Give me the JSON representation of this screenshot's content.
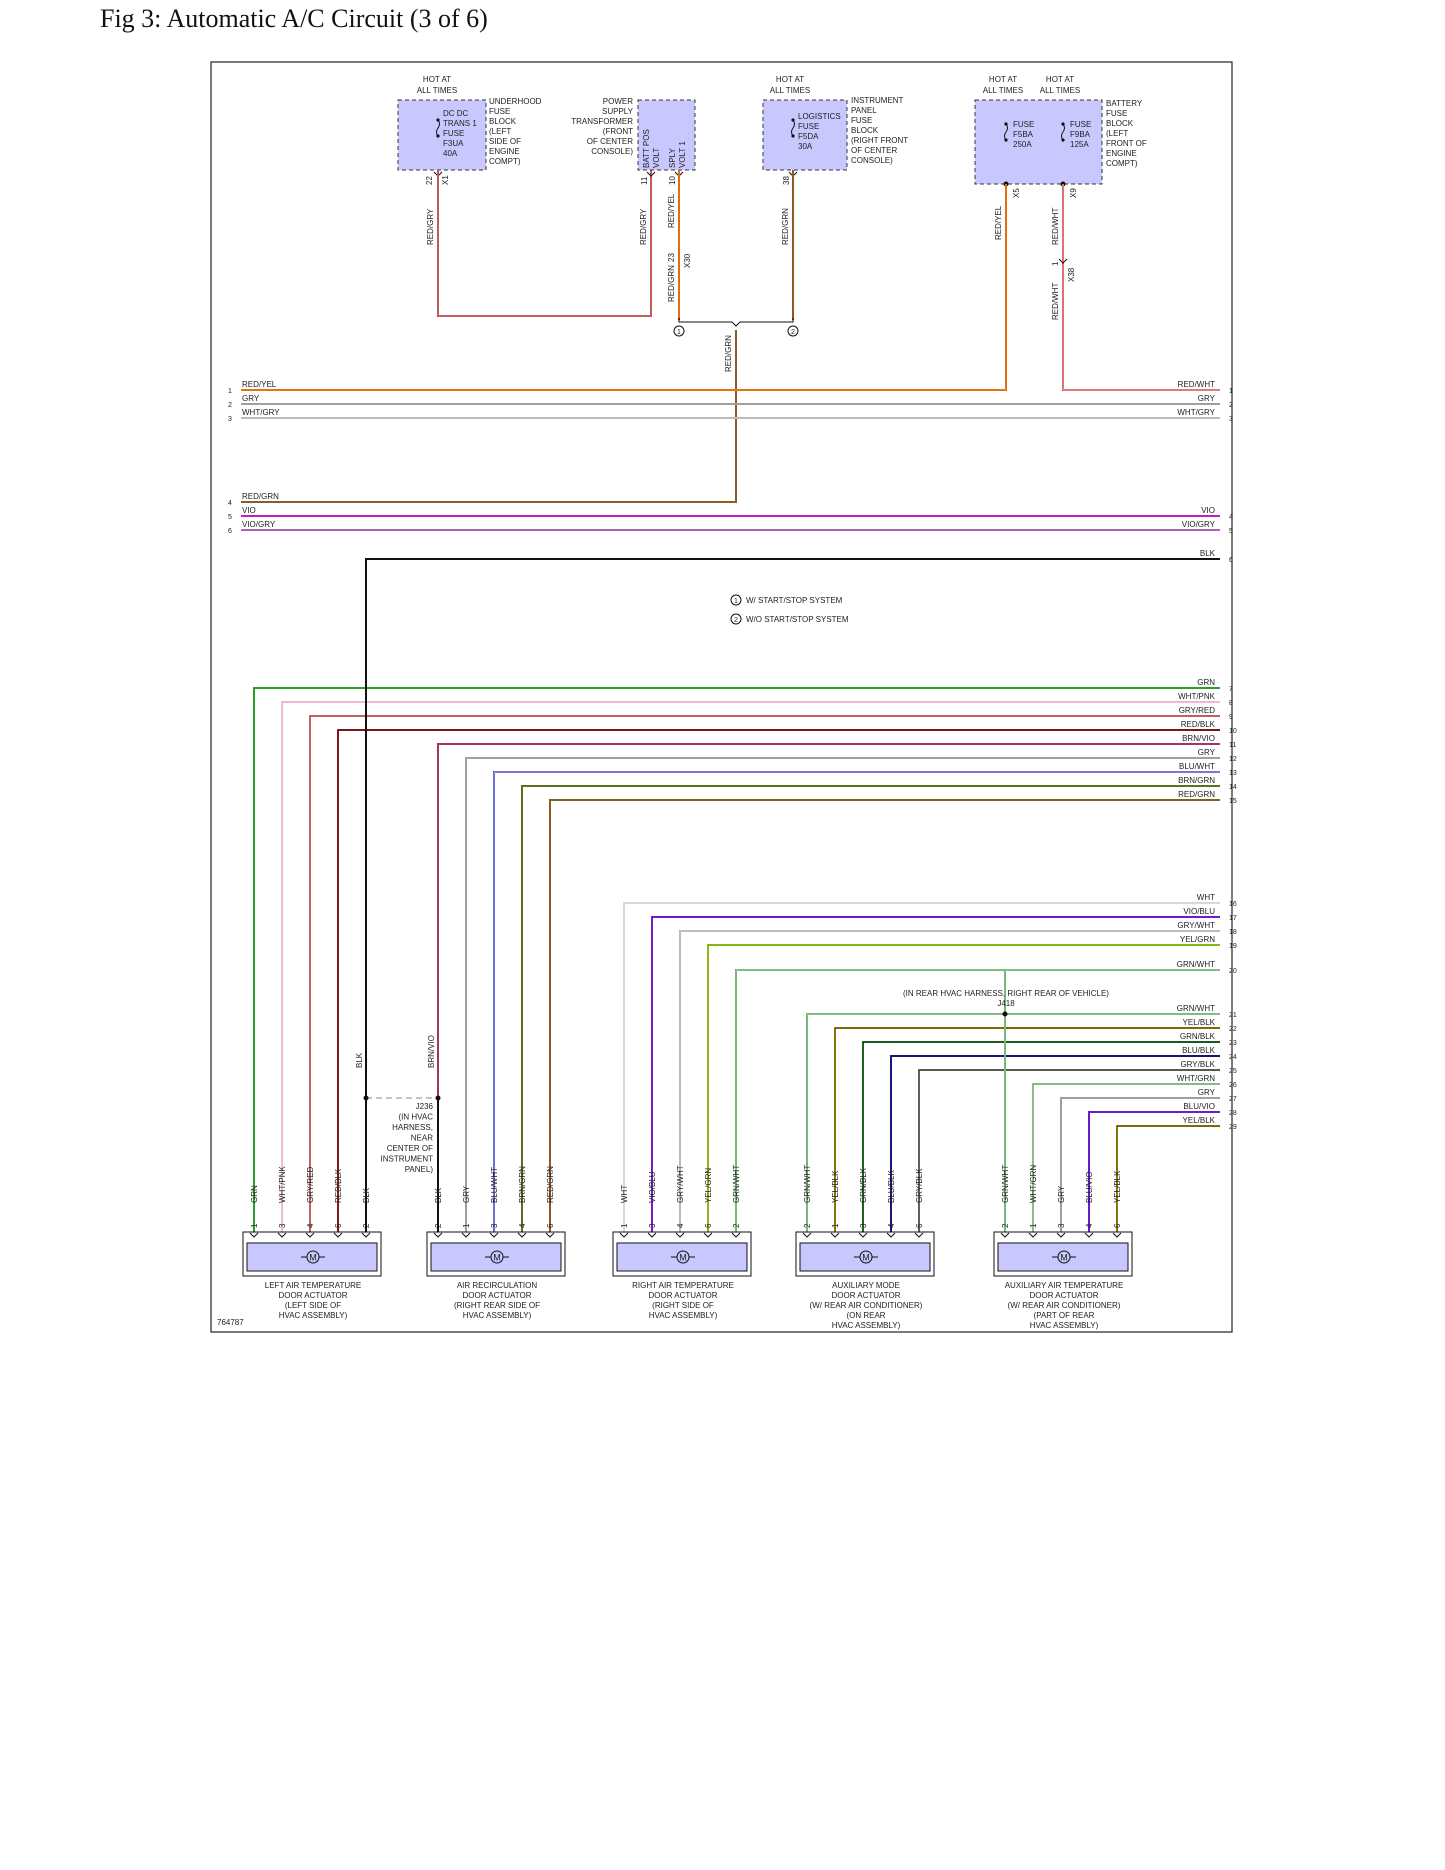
{
  "page": {
    "title": "Fig 3: Automatic A/C Circuit (3 of 6)"
  },
  "figure_id": "764787",
  "notes": {
    "n1": "W/ START/STOP SYSTEM",
    "n2": "W/O START/STOP SYSTEM"
  },
  "power_sources": {
    "underhood": {
      "hot_at": "HOT AT",
      "all_times": "ALL TIMES",
      "block_label": [
        "UNDERHOOD",
        "FUSE",
        "BLOCK",
        "(LEFT",
        "SIDE OF",
        "ENGINE",
        "COMPT)"
      ],
      "fuse_lines": [
        "DC DC",
        "TRANS 1",
        "FUSE",
        "F3UA",
        "40A"
      ],
      "pin": "22",
      "connector": "X1",
      "wire": "RED/GRY"
    },
    "power_supply": {
      "label": [
        "POWER",
        "SUPPLY",
        "TRANSFORMER",
        "(FRONT",
        "OF CENTER",
        "CONSOLE)"
      ],
      "inner_a": [
        "BATT POS",
        "VOLT"
      ],
      "inner_b": [
        "SPLY",
        "VOLT 1"
      ],
      "pin_a": "11",
      "pin_b": "10",
      "wire_a": "RED/GRY",
      "wire_b": "RED/YEL",
      "pin_c": "23",
      "connector_c": "X30",
      "wire_c": "RED/GRN",
      "circle_1": "1",
      "circle_2": "2",
      "joined_wire": "RED/GRN"
    },
    "instrument_panel": {
      "hot_at": "HOT AT",
      "all_times": "ALL TIMES",
      "block_label": [
        "INSTRUMENT",
        "PANEL",
        "FUSE",
        "BLOCK",
        "(RIGHT FRONT",
        "OF CENTER",
        "CONSOLE)"
      ],
      "fuse_lines": [
        "LOGISTICS",
        "FUSE",
        "F5DA",
        "30A"
      ],
      "pin": "38",
      "wire": "RED/GRN"
    },
    "battery": {
      "hot_at_1": "HOT AT",
      "all_times_1": "ALL TIMES",
      "hot_at_2": "HOT AT",
      "all_times_2": "ALL TIMES",
      "block_label": [
        "BATTERY",
        "FUSE",
        "BLOCK",
        "(LEFT",
        "FRONT OF",
        "ENGINE",
        "COMPT)"
      ],
      "fuse_a": [
        "FUSE",
        "F5BA",
        "250A"
      ],
      "fuse_b": [
        "FUSE",
        "F9BA",
        "125A"
      ],
      "conn_a": "X5",
      "conn_b": "X9",
      "wire_a": "RED/YEL",
      "wire_b": "RED/WHT",
      "pin_c": "1",
      "connector_c": "X38",
      "wire_c": "RED/WHT"
    }
  },
  "left_rows": [
    {
      "n": "1",
      "label": "RED/YEL"
    },
    {
      "n": "2",
      "label": "GRY"
    },
    {
      "n": "3",
      "label": "WHT/GRY"
    },
    {
      "n": "4",
      "label": "RED/GRN"
    },
    {
      "n": "5",
      "label": "VIO"
    },
    {
      "n": "6",
      "label": "VIO/GRY"
    }
  ],
  "right_rows": [
    {
      "n": "1",
      "label": "RED/WHT"
    },
    {
      "n": "2",
      "label": "GRY"
    },
    {
      "n": "3",
      "label": "WHT/GRY"
    },
    {
      "n": "4",
      "label": "VIO"
    },
    {
      "n": "5",
      "label": "VIO/GRY"
    },
    {
      "n": "6",
      "label": "BLK"
    },
    {
      "n": "7",
      "label": "GRN"
    },
    {
      "n": "8",
      "label": "WHT/PNK"
    },
    {
      "n": "9",
      "label": "GRY/RED"
    },
    {
      "n": "10",
      "label": "RED/BLK"
    },
    {
      "n": "11",
      "label": "BRN/VIO"
    },
    {
      "n": "12",
      "label": "GRY"
    },
    {
      "n": "13",
      "label": "BLU/WHT"
    },
    {
      "n": "14",
      "label": "BRN/GRN"
    },
    {
      "n": "15",
      "label": "RED/GRN"
    },
    {
      "n": "16",
      "label": "WHT"
    },
    {
      "n": "17",
      "label": "VIO/BLU"
    },
    {
      "n": "18",
      "label": "GRY/WHT"
    },
    {
      "n": "19",
      "label": "YEL/GRN"
    },
    {
      "n": "20",
      "label": "GRN/WHT"
    },
    {
      "n": "21",
      "label": "GRN/WHT"
    },
    {
      "n": "22",
      "label": "YEL/BLK"
    },
    {
      "n": "23",
      "label": "GRN/BLK"
    },
    {
      "n": "24",
      "label": "BLU/BLK"
    },
    {
      "n": "25",
      "label": "GRY/BLK"
    },
    {
      "n": "26",
      "label": "WHT/GRN"
    },
    {
      "n": "27",
      "label": "GRY"
    },
    {
      "n": "28",
      "label": "BLU/VIO"
    },
    {
      "n": "29",
      "label": "YEL/BLK"
    }
  ],
  "splice_j418": {
    "label": "(IN REAR HVAC HARNESS, RIGHT REAR OF VEHICLE)",
    "id": "J418"
  },
  "splice_j236": {
    "label": [
      "J236",
      "(IN HVAC",
      "HARNESS,",
      "NEAR",
      "CENTER OF",
      "INSTRUMENT",
      "PANEL)"
    ],
    "wire_left": "BLK",
    "wire_right": "BRN/VIO"
  },
  "actuators": [
    {
      "name": [
        "LEFT AIR TEMPERATURE",
        "DOOR ACTUATOR",
        "(LEFT SIDE OF",
        "HVAC ASSEMBLY)"
      ],
      "pins": [
        {
          "wire": "GRN",
          "pin": "1"
        },
        {
          "wire": "WHT/PNK",
          "pin": "3"
        },
        {
          "wire": "GRY/RED",
          "pin": "4"
        },
        {
          "wire": "RED/BLK",
          "pin": "6"
        },
        {
          "wire": "BLK",
          "pin": "2"
        }
      ]
    },
    {
      "name": [
        "AIR RECIRCULATION",
        "DOOR ACTUATOR",
        "(RIGHT REAR SIDE OF",
        "HVAC ASSEMBLY)"
      ],
      "pins": [
        {
          "wire": "BLK",
          "pin": "2"
        },
        {
          "wire": "GRY",
          "pin": "1"
        },
        {
          "wire": "BLU/WHT",
          "pin": "3"
        },
        {
          "wire": "BRN/GRN",
          "pin": "4"
        },
        {
          "wire": "RED/GRN",
          "pin": "6"
        }
      ]
    },
    {
      "name": [
        "RIGHT AIR TEMPERATURE",
        "DOOR ACTUATOR",
        "(RIGHT SIDE OF",
        "HVAC ASSEMBLY)"
      ],
      "pins": [
        {
          "wire": "WHT",
          "pin": "1"
        },
        {
          "wire": "VIO/BLU",
          "pin": "3"
        },
        {
          "wire": "GRY/WHT",
          "pin": "4"
        },
        {
          "wire": "YEL/GRN",
          "pin": "6"
        },
        {
          "wire": "GRN/WHT",
          "pin": "2"
        }
      ]
    },
    {
      "name": [
        "AUXILIARY MODE",
        "DOOR ACTUATOR",
        "(W/ REAR AIR CONDITIONER)",
        "(ON REAR",
        "HVAC ASSEMBLY)"
      ],
      "pins": [
        {
          "wire": "GRN/WHT",
          "pin": "2"
        },
        {
          "wire": "YEL/BLK",
          "pin": "1"
        },
        {
          "wire": "GRN/BLK",
          "pin": "3"
        },
        {
          "wire": "BLU/BLK",
          "pin": "4"
        },
        {
          "wire": "GRY/BLK",
          "pin": "6"
        }
      ]
    },
    {
      "name": [
        "AUXILIARY AIR TEMPERATURE",
        "DOOR ACTUATOR",
        "(W/ REAR AIR CONDITIONER)",
        "(PART OF REAR",
        "HVAC ASSEMBLY)"
      ],
      "pins": [
        {
          "wire": "GRN/WHT",
          "pin": "2"
        },
        {
          "wire": "WHT/GRN",
          "pin": "1"
        },
        {
          "wire": "GRY",
          "pin": "3"
        },
        {
          "wire": "BLU/VIO",
          "pin": "4"
        },
        {
          "wire": "YEL/BLK",
          "pin": "6"
        }
      ]
    }
  ],
  "motor_symbol": "M",
  "colors": {
    "frame": "#222222",
    "component_fill": "#c8c8ff",
    "RED": "#e02020",
    "YEL": "#e8c800",
    "GRN": "#2aa02a",
    "BRN": "#8b4513",
    "GRY": "#a0a0a0",
    "WHT": "#d8d8d8",
    "VIO": "#c020c0",
    "BLU": "#1a1ad0",
    "BLK": "#111111",
    "PNK": "#ff9ec8"
  }
}
